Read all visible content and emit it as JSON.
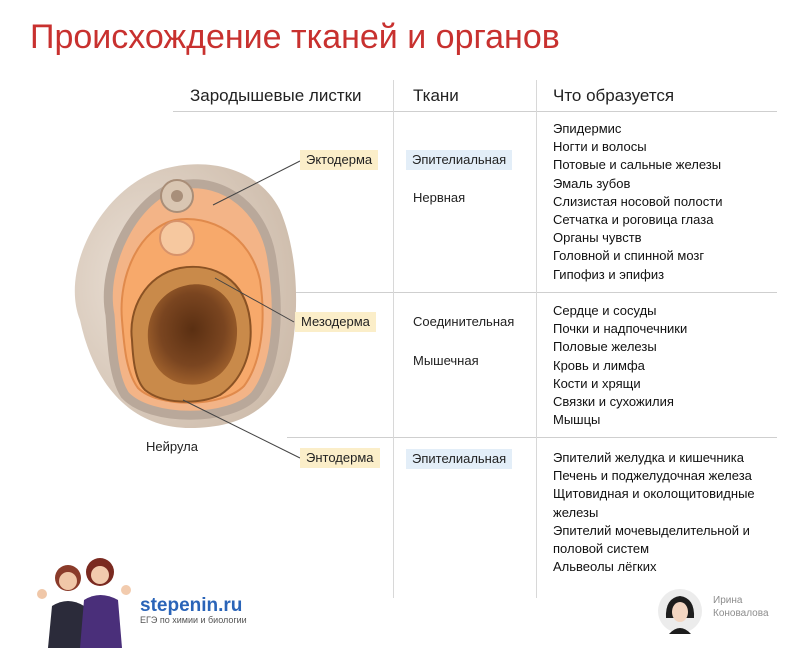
{
  "title": "Происхождение тканей и органов",
  "columns": [
    "Зародышевые листки",
    "Ткани",
    "Что образуется"
  ],
  "rows": [
    {
      "layer": "Эктодерма",
      "tissues": [
        "Эпителиальная",
        "Нервная"
      ],
      "organs": [
        "Эпидермис",
        "Ногти и волосы",
        "Потовые и сальные железы",
        "Эмаль зубов",
        "Слизистая носовой полости",
        "Сетчатка и роговица глаза",
        "Органы чувств",
        "Головной и спинной мозг",
        "Гипофиз и  эпифиз"
      ]
    },
    {
      "layer": "Мезодерма",
      "tissues": [
        "Соединительная",
        "Мышечная"
      ],
      "organs": [
        "Сердце и сосуды",
        "Почки и надпочечники",
        "Половые железы",
        "Кровь и лимфа",
        "Кости и хрящи",
        "Связки и сухожилия",
        "Мышцы"
      ]
    },
    {
      "layer": "Энтодерма",
      "tissues": [
        "Эпителиальная"
      ],
      "organs": [
        "Эпителий желудка и кишечника",
        "Печень и поджелудочная железа",
        "Щитовидная и околощитовидные",
        "железы",
        "Эпителий мочевыделительной и",
        "половой систем",
        "Альвеолы лёгких"
      ]
    }
  ],
  "figure_caption": "Нейрула",
  "brand": {
    "site": "stepenin.ru",
    "tagline": "ЕГЭ по химии и биологии"
  },
  "author": {
    "first": "Ирина",
    "last": "Коновалова"
  },
  "colors": {
    "title": "#c8312f",
    "layer_chip": "#fbeec9",
    "tissue_chip": "#e3eef8",
    "brand": "#2a64b8"
  }
}
